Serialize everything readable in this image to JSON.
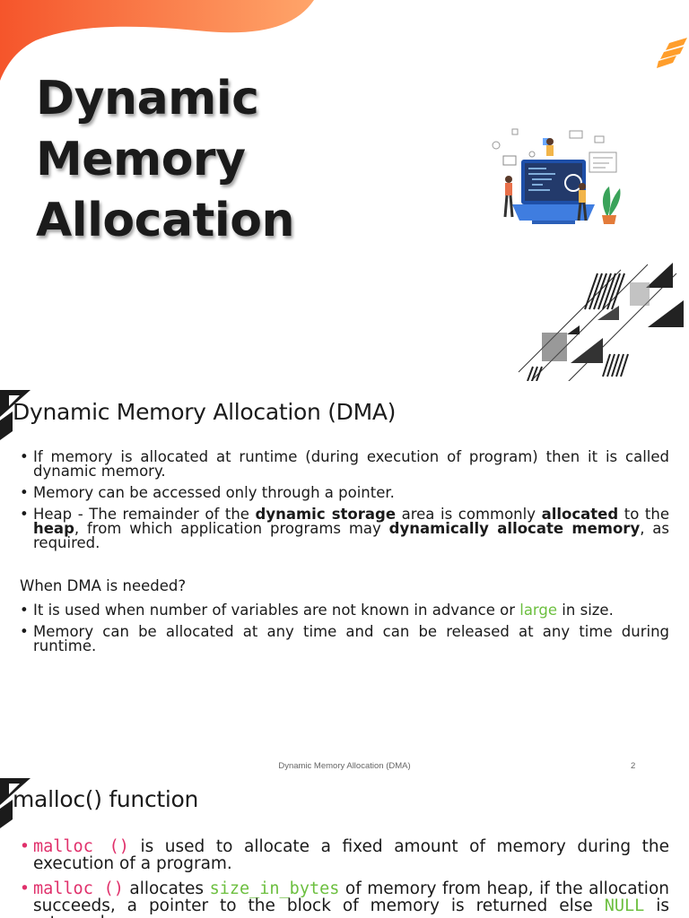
{
  "slide1": {
    "title_lines": [
      "Dynamic",
      "Memory",
      "Allocation"
    ]
  },
  "slide2": {
    "heading": "Dynamic Memory Allocation (DMA)",
    "bullets": [
      {
        "parts": [
          "If memory is allocated at runtime (during execution of program) then it is called dynamic memory."
        ]
      },
      {
        "parts": [
          "Memory can be accessed only through a pointer."
        ]
      },
      {
        "parts": [
          "Heap - The remainder of the ",
          "dynamic storage",
          " area is commonly ",
          "allocated",
          " to the ",
          "heap",
          ", from which application programs may ",
          "dynamically allocate memory",
          ", as required."
        ]
      }
    ],
    "when_label": "When DMA is needed?",
    "bullets2": [
      {
        "parts": [
          "It is used when number of variables are not known in advance or ",
          "large",
          " in size."
        ]
      },
      {
        "parts": [
          "Memory can be allocated at any time and can be released at any time during runtime."
        ]
      }
    ],
    "footer_title": "Dynamic Memory Allocation (DMA)",
    "page_number": "2"
  },
  "slide3": {
    "heading": "malloc() function",
    "bullets": [
      {
        "parts": [
          "malloc ()",
          " is used to allocate a fixed amount of memory during the execution of a program."
        ]
      },
      {
        "parts": [
          "malloc ()",
          " allocates ",
          "size_in_bytes",
          " of memory from heap, if the allocation succeeds, a pointer to the block of memory is returned else ",
          "NULL",
          " is returned."
        ]
      }
    ]
  },
  "bullet_glyph": "•",
  "colors": {
    "accent_orange": "#f26a2e",
    "highlight_green": "#6cbf3f",
    "code_pink": "#e0306b",
    "title_text": "#1b1b1b"
  },
  "icons": [
    "orange-swoosh-decoration",
    "computer-illustration",
    "geometric-stripes-decoration",
    "corner-triangle-icon"
  ]
}
